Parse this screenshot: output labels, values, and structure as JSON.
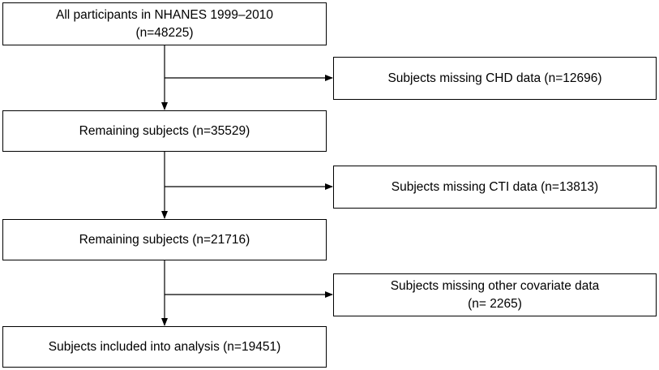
{
  "flowchart": {
    "start": {
      "line1": "All participants in NHANES 1999–2010",
      "line2": "(n=48225)"
    },
    "exclusion1": {
      "line1": "Subjects missing CHD data (n=12696)"
    },
    "remaining1": {
      "line1": "Remaining subjects (n=35529)"
    },
    "exclusion2": {
      "line1": "Subjects missing CTI data (n=13813)"
    },
    "remaining2": {
      "line1": "Remaining subjects (n=21716)"
    },
    "exclusion3": {
      "line1": "Subjects missing other covariate data",
      "line2": "(n= 2265)"
    },
    "final": {
      "line1": "Subjects included into analysis (n=19451)"
    }
  }
}
